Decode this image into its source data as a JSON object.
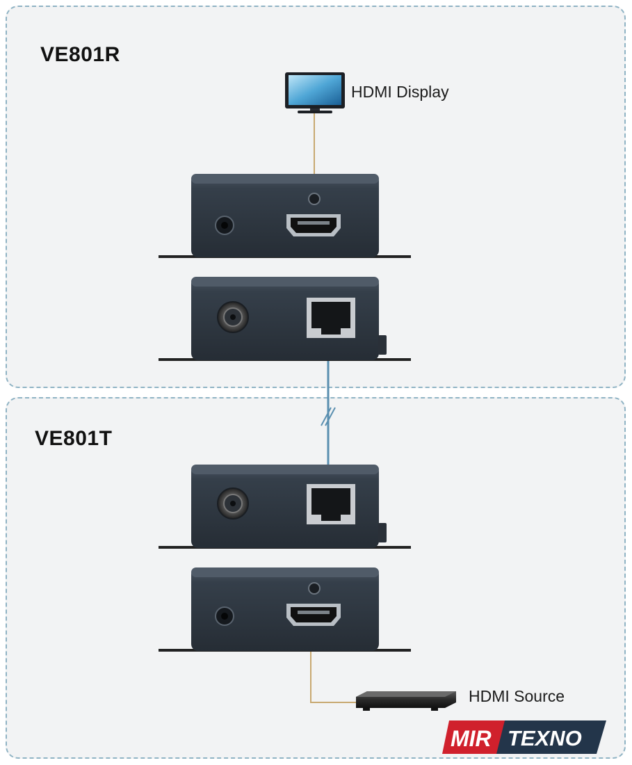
{
  "receiver": {
    "title": "VE801R"
  },
  "transmitter": {
    "title": "VE801T"
  },
  "labels": {
    "display": "HDMI Display",
    "source": "HDMI Source"
  },
  "watermark": {
    "left": "MIR",
    "right": "TEXNO"
  },
  "colors": {
    "zone_border": "#8fb3c4",
    "hdmi_cable": "#c8a870",
    "cat_cable": "#5a8fb0",
    "device_body": "#2c3540",
    "logo_red": "#d0202c",
    "logo_dark": "#23354a"
  }
}
